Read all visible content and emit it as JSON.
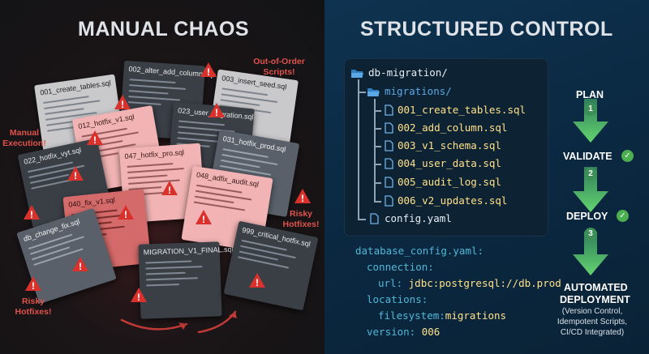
{
  "left_panel": {
    "title": "MANUAL CHAOS",
    "files": [
      {
        "name": "001_create_tables.sql"
      },
      {
        "name": "002_alter_add_column.sql"
      },
      {
        "name": "003_insert_seed.sql"
      },
      {
        "name": "012_hotfix_v1.sql"
      },
      {
        "name": "023_user_migration.sql"
      },
      {
        "name": "022_hotfix_vyt.sql"
      },
      {
        "name": "047_hotfix_pro.sql"
      },
      {
        "name": "031_hotfix_prod.sql"
      },
      {
        "name": "048_adfix_audit.sql"
      },
      {
        "name": "040_fix_v1.sql"
      },
      {
        "name": "db_change_fix.sql"
      },
      {
        "name": "MIGRATION_V1_FINAL.sql"
      },
      {
        "name": "999_critical_hotfix.sql"
      }
    ],
    "annotations": {
      "out_of_order": "Out-of-Order Scripts!",
      "manual": "Manual Execution!",
      "risky_right": "Risky Hotfixes!",
      "risky_left": "Risky Hotfixes!"
    }
  },
  "right_panel": {
    "title": "STRUCTURED CONTROL",
    "tree": {
      "root": "db-migration/",
      "folder": "migrations/",
      "files": [
        "001_create_tables.sql",
        "002_add_column.sql",
        "003_v1_schema.sql",
        "004_user_data.sql",
        "005_audit_log.sql",
        "006_v2_updates.sql"
      ],
      "config_file": "config.yaml"
    },
    "yaml": {
      "filename": "database_config.yaml:",
      "connection_key": "connection:",
      "url_key": "url:",
      "url_value": "jdbc:postgresql://db.prod",
      "locations_key": "locations:",
      "filesystem_key": "filesystem",
      "filesystem_value": "migrations",
      "version_key": "version:",
      "version_value": "006"
    },
    "flow": {
      "steps": [
        {
          "label": "PLAN",
          "number": "1"
        },
        {
          "label": "VALIDATE",
          "number": "2"
        },
        {
          "label": "DEPLOY",
          "number": "3"
        }
      ],
      "final_label_line1": "AUTOMATED",
      "final_label_line2": "DEPLOYMENT",
      "final_sub_line1": "(Version Control,",
      "final_sub_line2": "Idempotent Scripts,",
      "final_sub_line3": "CI/CD Integrated)"
    },
    "colors": {
      "folder": "#5aa9e6",
      "keyword": "#4fb8d9",
      "value": "#ffe082",
      "green": "#5bd36b"
    }
  }
}
